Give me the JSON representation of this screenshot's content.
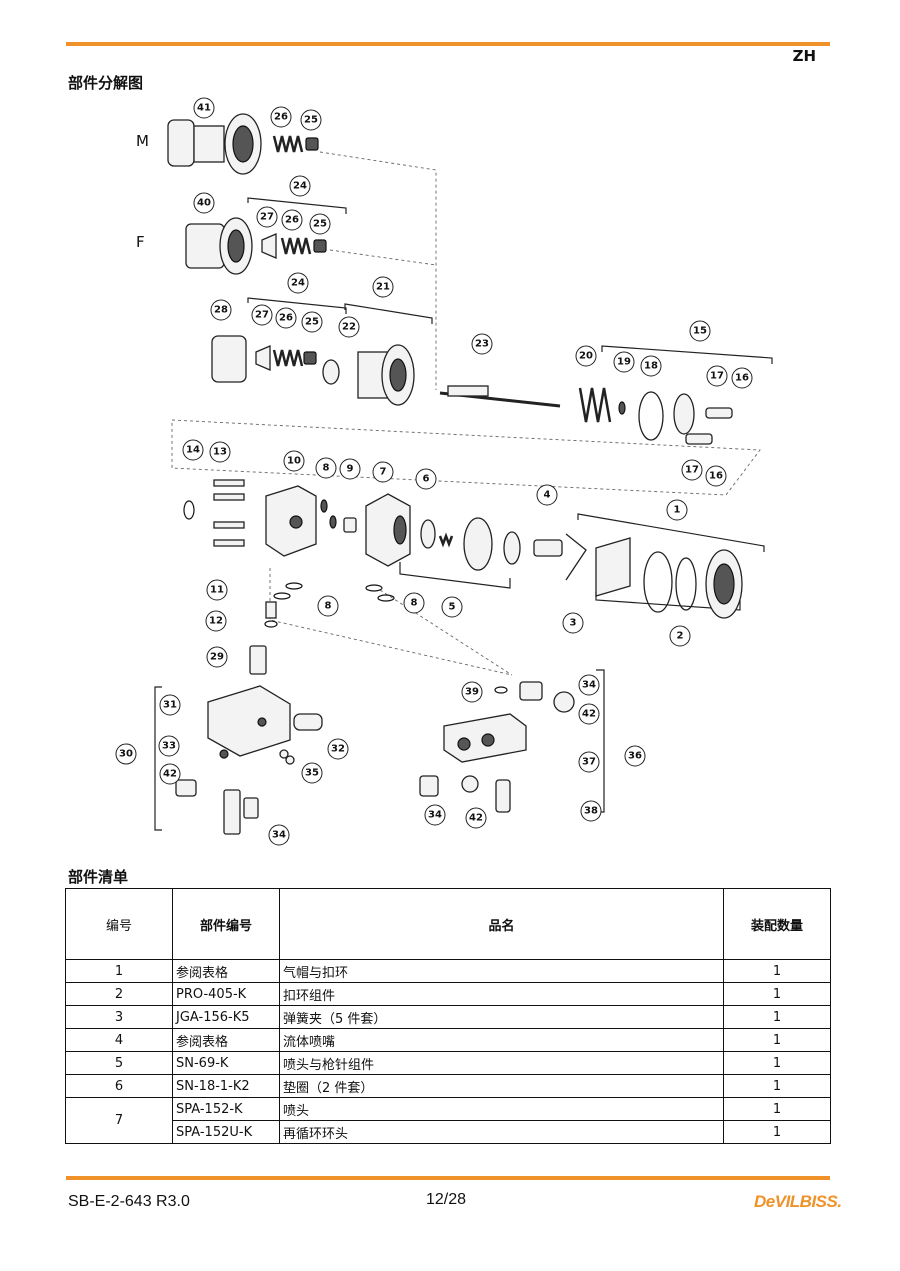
{
  "header": {
    "language": "ZH"
  },
  "diagram": {
    "title": "部件分解图",
    "variant_m": "M",
    "variant_f": "F",
    "callouts": [
      "41",
      "26",
      "25",
      "24",
      "40",
      "27",
      "26",
      "25",
      "24",
      "28",
      "27",
      "26",
      "25",
      "22",
      "21",
      "23",
      "20",
      "19",
      "18",
      "15",
      "17",
      "16",
      "17",
      "16",
      "14",
      "13",
      "10",
      "8",
      "9",
      "7",
      "6",
      "4",
      "1",
      "3",
      "2",
      "5",
      "8",
      "11",
      "8",
      "12",
      "29",
      "39",
      "34",
      "42",
      "31",
      "30",
      "33",
      "32",
      "35",
      "42",
      "34",
      "37",
      "36",
      "34",
      "42",
      "38"
    ]
  },
  "parts_list": {
    "title": "部件清单",
    "headers": {
      "no": "编号",
      "part_no": "部件编号",
      "name": "品名",
      "qty": "装配数量"
    },
    "rows": [
      {
        "no": "1",
        "part_no": "参阅表格",
        "name": "气帽与扣环",
        "qty": "1"
      },
      {
        "no": "2",
        "part_no": "PRO-405-K",
        "name": "扣环组件",
        "qty": "1"
      },
      {
        "no": "3",
        "part_no": "JGA-156-K5",
        "name": "弹簧夹（5 件套）",
        "qty": "1"
      },
      {
        "no": "4",
        "part_no": "参阅表格",
        "name": "流体喷嘴",
        "qty": "1"
      },
      {
        "no": "5",
        "part_no": "SN-69-K",
        "name": "喷头与枪针组件",
        "qty": "1"
      },
      {
        "no": "6",
        "part_no": "SN-18-1-K2",
        "name": "垫圈（2 件套）",
        "qty": "1"
      },
      {
        "no": "7",
        "part_no": "SPA-152-K",
        "name": "喷头",
        "qty": "1"
      },
      {
        "no": "",
        "part_no": "SPA-152U-K",
        "name": "再循环环头",
        "qty": "1"
      }
    ]
  },
  "footer": {
    "doc_code": "SB-E-2-643 R3.0",
    "page": "12/28",
    "brand": "DeVILBISS."
  }
}
